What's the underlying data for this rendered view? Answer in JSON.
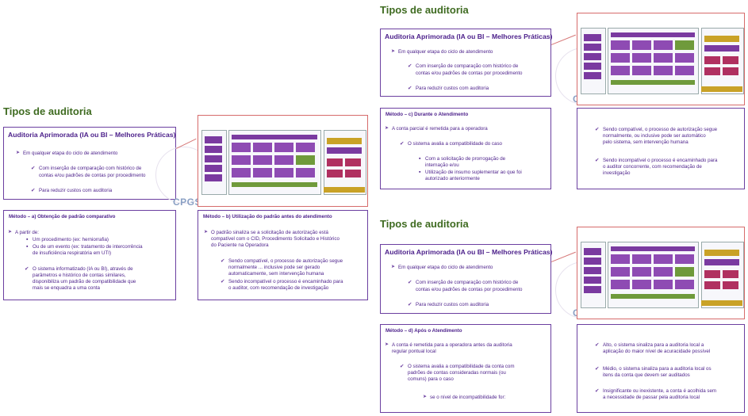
{
  "slides": {
    "s1": {
      "heading": "Tipos de auditoria",
      "title": "Auditoria Aprimorada (IA ou BI – Melhores Práticas)",
      "b1": "Em qualquer etapa do ciclo de atendimento",
      "c1a": "Com inserção de comparação com histórico de",
      "c1b": "contas e/ou padrões de contas por procedimento",
      "c2": "Para reduzir custos com auditoria",
      "left_title": "Método – a) Obtenção de padrão comparativo",
      "left_b": "A partir de:",
      "left_s1": "Um procedimento (ex: herniorrafia)",
      "left_s2a": "Ou de um evento (ex: tratamento de intercorrência",
      "left_s2b": "de insuficiência respiratória em UTI)",
      "left_c1": "O sistema informatizado (IA ou BI), através de",
      "left_c2": "parâmetros e histórico de contas similares,",
      "left_c3": "disponibiliza um padrão de compatibilidade que",
      "left_c4": "mais se enquadra a uma conta",
      "right_title": "Método – b) Utilização do padrão antes do atendimento",
      "right_b1": "O padrão sinaliza se a solicitação de autorização está",
      "right_b2": "compatível com o CID, Procedimento Solicitado e Histórico",
      "right_b3": "do Paciente na Operadora",
      "right_c1": "Sendo compatível, o processo de autorização segue",
      "right_c2": "normalmente ... inclusive pode ser gerado",
      "right_c3": "automaticamente, sem intervenção humana",
      "right_c4": "Sendo incompatível o processo é encaminhado para",
      "right_c5": "o auditor, com recomendação de investigação"
    },
    "s2": {
      "heading": "Tipos de auditoria",
      "title": "Auditoria Aprimorada (IA ou BI – Melhores Práticas)",
      "b1": "Em qualquer etapa do ciclo de atendimento",
      "c1a": "Com inserção de comparação com histórico de",
      "c1b": "contas e/ou padrões de contas por procedimento",
      "c2": "Para reduzir custos com auditoria",
      "left_title": "Método – c) Durante o Atendimento",
      "left_b1": "A conta parcial é remetida para a operadora",
      "left_b2": "O sistema avalia a compatibilidade do caso",
      "left_s1a": "Com a solicitação de prorrogação de",
      "left_s1b": "internação e/ou",
      "left_s2a": "Utilização de insumo suplementar ao que foi",
      "left_s2b": "autorizado anteriormente",
      "right_c1": "Sendo compatível, o processo de autorização segue",
      "right_c2": "normalmente, ou inclusive pode ser automático",
      "right_c3": "pelo sistema, sem intervenção humana",
      "right_c4": "Sendo incompatível o processo é encaminhado para",
      "right_c5": "o auditor concorrente, com recomendação de",
      "right_c6": "investigação"
    },
    "s3": {
      "heading": "Tipos de auditoria",
      "title": "Auditoria Aprimorada (IA ou BI – Melhores Práticas)",
      "b1": "Em qualquer etapa do ciclo de atendimento",
      "c1a": "Com inserção de comparação com histórico de",
      "c1b": "contas e/ou padrões de contas por procedimento",
      "c2": "Para reduzir custos com auditoria",
      "left_title": "Método – d) Após o Atendimento",
      "left_b1a": "A conta é remetida para a operadora antes da auditoria",
      "left_b1b": "regular pontual local",
      "left_b2a": "O sistema avalia a compatibilidade da conta com",
      "left_b2b": "padrões de contas consideradas normais (ou",
      "left_b2c": "comuns) para o caso",
      "left_b3": "se o nível de incompatibilidade for:",
      "right_c1": "Alto, o sistema sinaliza para a auditoria local a",
      "right_c2": "aplicação do maior nível de acuracidade possível",
      "right_c3": "Médio, o sistema sinaliza para a auditoria local os",
      "right_c4": "itens da conta que devem ser auditados",
      "right_c5": "Insignificante ou inexistente, a conta é acolhida sem",
      "right_c6": "a necessidade de passar pela auditoria local"
    }
  },
  "watermark": "CPGS",
  "colors": {
    "heading": "#3f6b21",
    "text": "#4b1f8a",
    "border": "#6b3fa0",
    "diagram_border": "#d66b6b"
  }
}
